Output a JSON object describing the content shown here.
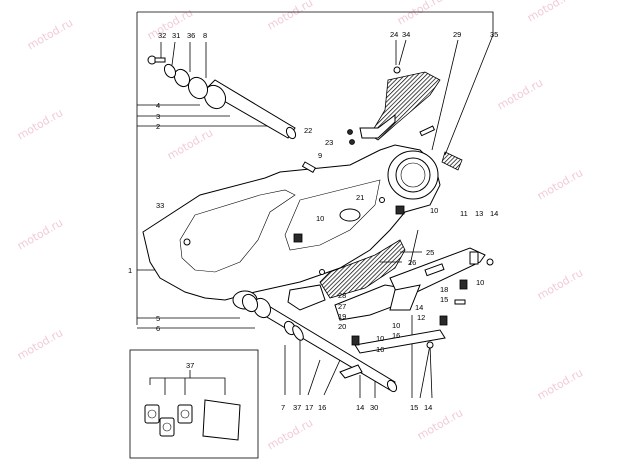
{
  "watermark": "motod.ru",
  "labels": {
    "p32": "32",
    "p31": "31",
    "p36": "36",
    "p8": "8",
    "p24": "24",
    "p34": "34",
    "p29": "29",
    "p35": "35",
    "p4": "4",
    "p3": "3",
    "p2": "2",
    "p22": "22",
    "p23": "23",
    "p9": "9",
    "p33": "33",
    "p21": "21",
    "p10a": "10",
    "p10b": "10",
    "p11": "11",
    "p13": "13",
    "p14a": "14",
    "p1": "1",
    "p25": "25",
    "p26": "26",
    "p10c": "10",
    "p18": "18",
    "p15a": "15",
    "p28": "28",
    "p27": "27",
    "p19": "19",
    "p20": "20",
    "p14b": "14",
    "p10d": "10",
    "p12": "12",
    "p16a": "16",
    "p10e": "10",
    "p16b": "16",
    "p5": "5",
    "p6": "6",
    "p7": "7",
    "p37a": "37",
    "p17": "17",
    "p16c": "16",
    "p14c": "14",
    "p30": "30",
    "p15b": "15",
    "p14d": "14",
    "p37b": "37"
  }
}
